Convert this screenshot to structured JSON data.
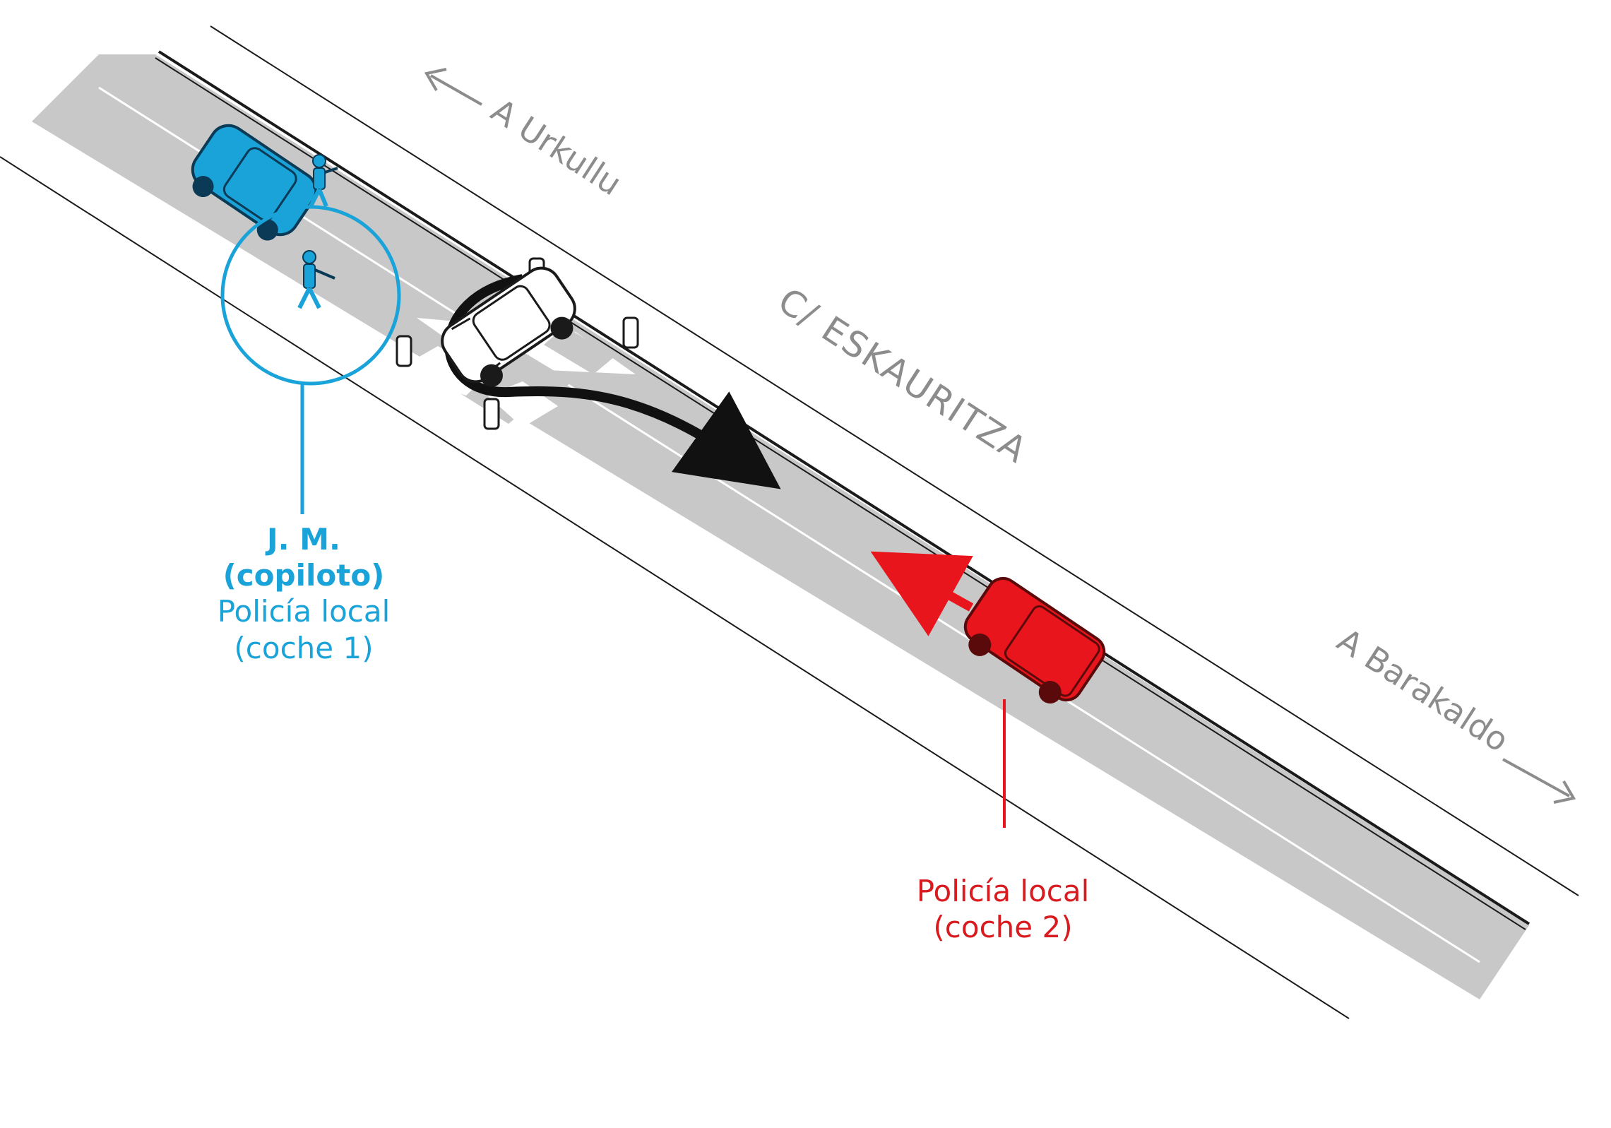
{
  "street": {
    "name": "C/ ESKAURITZA"
  },
  "directions": {
    "left": "A Urkullu",
    "right": "A Barakaldo"
  },
  "labels": {
    "blue": {
      "name": "J. M.",
      "role": "(copiloto)",
      "unit": "Policía local",
      "vehicle": "(coche 1)"
    },
    "red": {
      "unit": "Policía local",
      "vehicle": "(coche 2)"
    }
  },
  "colors": {
    "blue": "#1aa3d8",
    "red": "#d91a1f",
    "road": "#c8c8c8",
    "text_gray": "#8c8c8c"
  },
  "icons": [
    "police-car-1-icon",
    "police-officer-icon",
    "white-car-icon",
    "police-car-2-icon",
    "bollard-icon",
    "arrow-icon"
  ]
}
